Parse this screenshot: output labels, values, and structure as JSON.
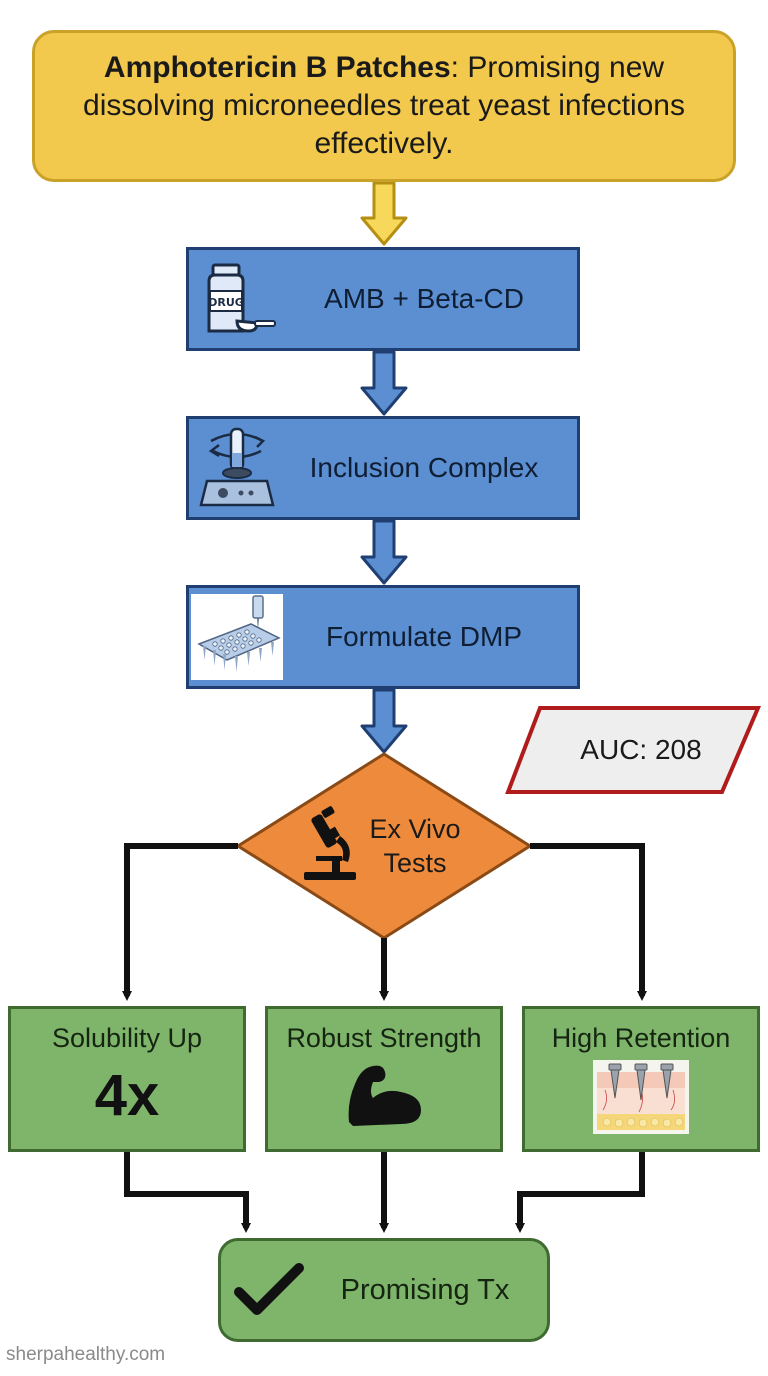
{
  "title": {
    "bold": "Amphotericin B Patches",
    "rest": ": Promising new dissolving microneedles treat yeast infections effectively."
  },
  "steps": [
    {
      "label": "AMB + Beta-CD",
      "icon": "drug-bottle-icon"
    },
    {
      "label": "Inclusion Complex",
      "icon": "vortex-mixer-icon"
    },
    {
      "label": "Formulate DMP",
      "icon": "microneedle-patch-icon"
    }
  ],
  "callout": {
    "label": "AUC: 208"
  },
  "decision": {
    "line1": "Ex Vivo",
    "line2": "Tests",
    "icon": "microscope-icon"
  },
  "results": [
    {
      "label": "Solubility Up",
      "value": "4x"
    },
    {
      "label": "Robust Strength",
      "icon": "flexed-arm-icon"
    },
    {
      "label": "High Retention",
      "icon": "skin-microneedle-icon"
    }
  ],
  "final": {
    "label": "Promising Tx",
    "icon": "checkmark-icon"
  },
  "watermark": "sherpahealthy.com",
  "colors": {
    "title_fill": "#f2c94c",
    "step_fill": "#5b8fd1",
    "decision_fill": "#ee8a3c",
    "result_fill": "#7fb56b",
    "callout_border": "#b01c1c"
  }
}
